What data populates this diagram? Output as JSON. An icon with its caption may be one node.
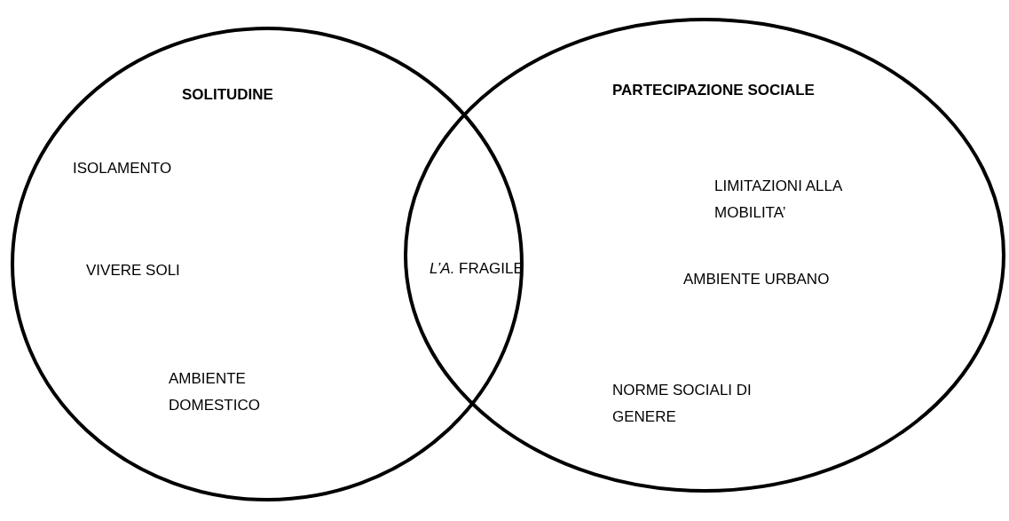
{
  "diagram": {
    "nodes": [
      {
        "text": [
          "SOLITUDINE",
          "ISOLAMENTO",
          "VIVERE SOLI",
          "AMBIENTE DOMESTICO"
        ]
      },
      {
        "text": [
          "PARTECIPAZIONE SOCIALE",
          "LIMITAZIONI ALLA MOBILITA’",
          "AMBIENTE URBANO",
          "NORME SOCIALI DI GENERE"
        ]
      }
    ],
    "edges": [],
    "labels": [
      "*L’A.* FRAGILE"
    ]
  }
}
